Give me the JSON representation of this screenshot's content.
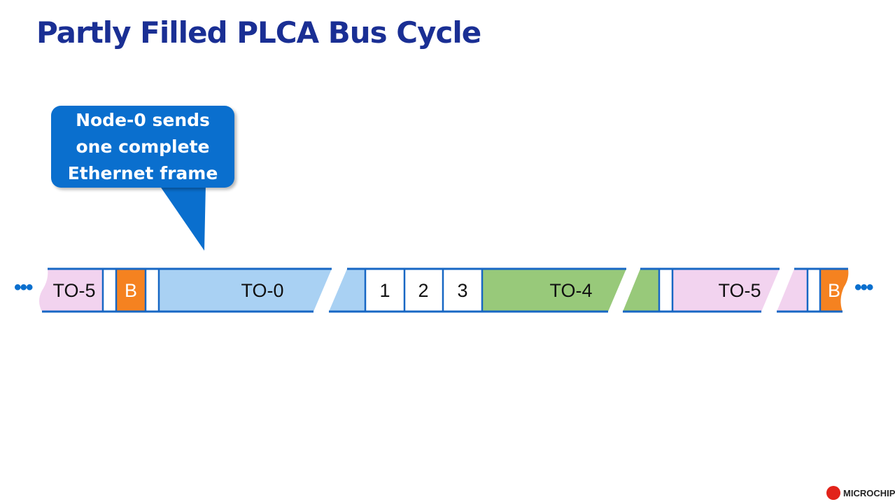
{
  "title": "Partly Filled PLCA Bus Cycle",
  "callout": {
    "lines": [
      "Node-0 sends",
      "one complete",
      "Ethernet frame"
    ]
  },
  "bus": {
    "lead_ellipsis": "•••",
    "trail_ellipsis": "•••",
    "segments": [
      {
        "label": "TO-5",
        "color": "#f2d3ef"
      },
      {
        "label": "",
        "color": "#ffffff"
      },
      {
        "label": "B",
        "color": "#f58220"
      },
      {
        "label": "",
        "color": "#ffffff"
      },
      {
        "label": "TO-0",
        "color": "#a9d1f3"
      },
      {
        "label": "1",
        "color": "#ffffff"
      },
      {
        "label": "2",
        "color": "#ffffff"
      },
      {
        "label": "3",
        "color": "#ffffff"
      },
      {
        "label": "TO-4",
        "color": "#98c97a"
      },
      {
        "label": "",
        "color": "#ffffff"
      },
      {
        "label": "TO-5",
        "color": "#f2d3ef"
      },
      {
        "label": "",
        "color": "#ffffff"
      },
      {
        "label": "B",
        "color": "#f58220"
      }
    ],
    "border_color": "#1767c4"
  },
  "logo": {
    "text": "MICROCHIP",
    "color": "#e2231a"
  }
}
